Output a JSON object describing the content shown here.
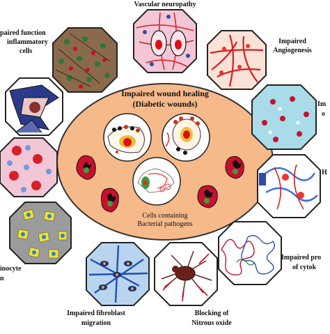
{
  "center": {
    "title": "Impaired wound healing",
    "subtitle": "(Diabetic wounds)",
    "cells_caption_1": "Cells containing",
    "cells_caption_2": "Bacterial pathogens"
  },
  "panels": {
    "vascular_neuropathy": "Vascular neuropathy",
    "inflammatory_1": "paired function",
    "inflammatory_2": "inflammatory",
    "inflammatory_3": "cells",
    "angiogenesis_1": "Impaired",
    "angiogenesis_2": "Angiogenesis",
    "right_mid_1": "Im",
    "right_mid_2": "o",
    "right_lower": "H",
    "cytokine_1": "Impaired pro",
    "cytokine_2": "of cytok",
    "keratinocyte_1": "inocyte",
    "keratinocyte_2": "n",
    "fibroblast_1": "Impaired fibroblast",
    "fibroblast_2": "migration",
    "nitrous_1": "Blocking of",
    "nitrous_2": "Nitrous oxide"
  },
  "colors": {
    "center_fill": "#f6b98a",
    "outline": "#222222",
    "cell_red": "#c8102e",
    "vessel_red": "#d32020",
    "blue_dot": "#3b6fd6",
    "teal_bg": "#a9dbe8",
    "fibroblast_bg": "#b9d4ee",
    "fibroblast_cell": "#1f4fb0",
    "keratinocyte_yellow": "#f2e22a",
    "brown_panel": "#8a6a4b",
    "pink_panel": "#f3c6d6"
  }
}
